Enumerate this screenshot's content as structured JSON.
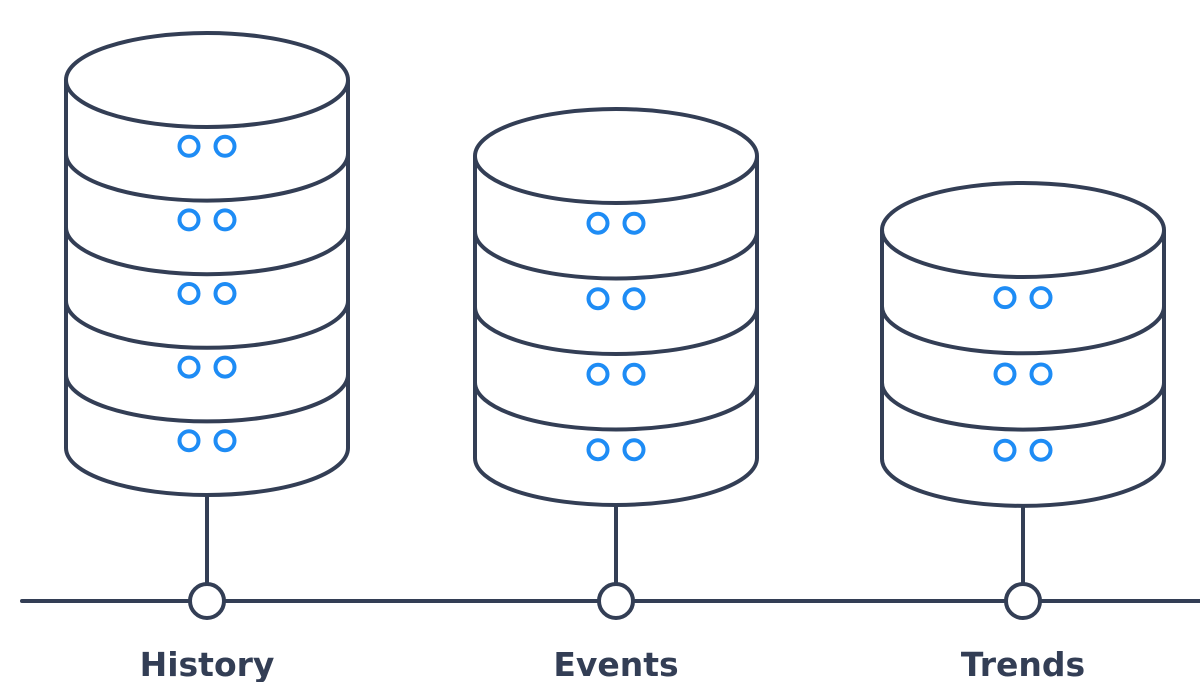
{
  "colors": {
    "stroke": "#333e55",
    "indicator": "#1e8cf5",
    "background": "#ffffff",
    "label": "#333e55"
  },
  "databases": [
    {
      "label": "History",
      "segments": 5,
      "icon": "database-icon"
    },
    {
      "label": "Events",
      "segments": 4,
      "icon": "database-icon"
    },
    {
      "label": "Trends",
      "segments": 3,
      "icon": "database-icon"
    }
  ],
  "timeline": {
    "icon": "timeline-node-icon"
  }
}
